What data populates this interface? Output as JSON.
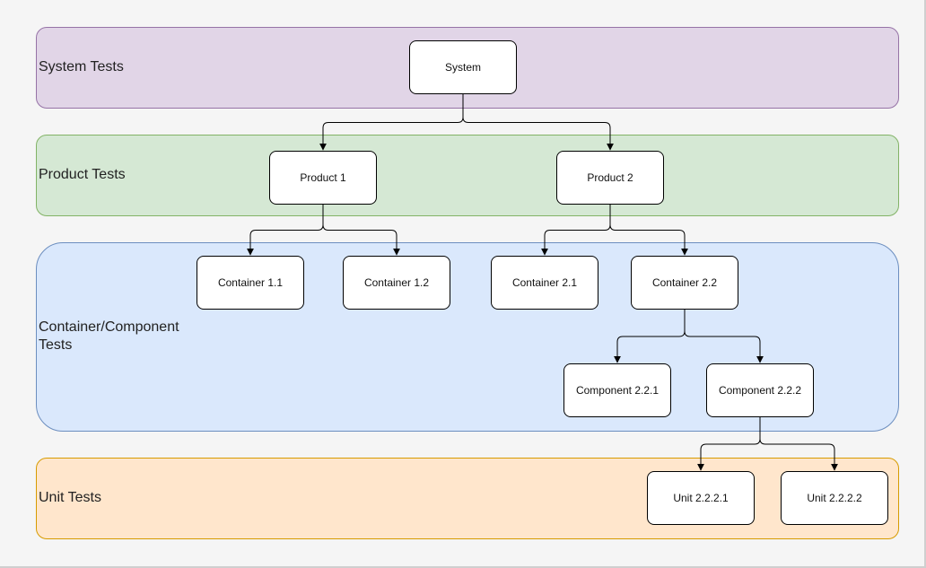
{
  "bands": {
    "system": "System Tests",
    "product": "Product Tests",
    "container": "Container/Component\nTests",
    "unit": "Unit Tests"
  },
  "nodes": {
    "system": "System",
    "product_1": "Product 1",
    "product_2": "Product 2",
    "container_1_1": "Container 1.1",
    "container_1_2": "Container 1.2",
    "container_2_1": "Container 2.1",
    "container_2_2": "Container 2.2",
    "component_2_2_1": "Component 2.2.1",
    "component_2_2_2": "Component 2.2.2",
    "unit_2_2_2_1": "Unit 2.2.2.1",
    "unit_2_2_2_2": "Unit 2.2.2.2"
  },
  "edges": [
    [
      "system",
      "product_1"
    ],
    [
      "system",
      "product_2"
    ],
    [
      "product_1",
      "container_1_1"
    ],
    [
      "product_1",
      "container_1_2"
    ],
    [
      "product_2",
      "container_2_1"
    ],
    [
      "product_2",
      "container_2_2"
    ],
    [
      "container_2_2",
      "component_2_2_1"
    ],
    [
      "container_2_2",
      "component_2_2_2"
    ],
    [
      "component_2_2_2",
      "unit_2_2_2_1"
    ],
    [
      "component_2_2_2",
      "unit_2_2_2_2"
    ]
  ]
}
